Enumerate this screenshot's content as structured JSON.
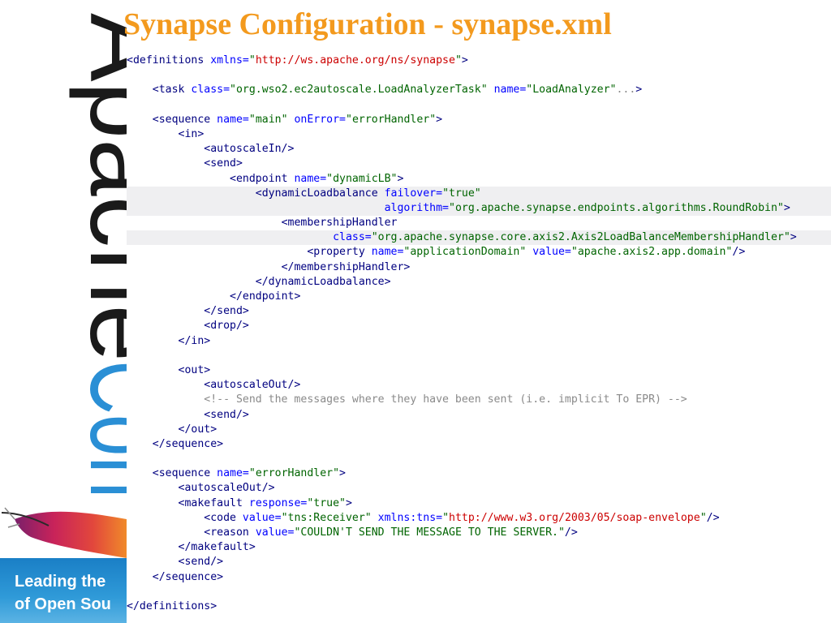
{
  "slide": {
    "title": "Synapse Configuration - synapse.xml"
  },
  "sidebar": {
    "brand_apache": "Apache",
    "brand_con": "Con",
    "tagline_1": "Leading the",
    "tagline_2": "of Open Sou",
    "colors": {
      "apache": "#1a1a1a",
      "con": "#2a8fd5",
      "banner": "#1a7fc6"
    }
  },
  "colors": {
    "title": "#f39a1e",
    "tag": "#000080",
    "attribute": "#0000ff",
    "value": "#006400",
    "url": "#cc0000",
    "comment": "#8a8a8a"
  },
  "code_lines": [
    {
      "indent": 0,
      "band": false,
      "tokens": [
        [
          "tag",
          "<definitions "
        ],
        [
          "attr",
          "xmlns="
        ],
        [
          "val",
          "\""
        ],
        [
          "url",
          "http://ws.apache.org/ns/synapse"
        ],
        [
          "val",
          "\""
        ],
        [
          "tag",
          ">"
        ]
      ]
    },
    {
      "indent": 0,
      "band": false,
      "tokens": []
    },
    {
      "indent": 4,
      "band": false,
      "tokens": [
        [
          "tag",
          "<task "
        ],
        [
          "attr",
          "class="
        ],
        [
          "val",
          "\"org.wso2.ec2autoscale.LoadAnalyzerTask\""
        ],
        [
          "text",
          " "
        ],
        [
          "attr",
          "name="
        ],
        [
          "val",
          "\"LoadAnalyzer\""
        ],
        [
          "comment",
          "..."
        ],
        [
          "tag",
          ">"
        ]
      ]
    },
    {
      "indent": 0,
      "band": false,
      "tokens": []
    },
    {
      "indent": 4,
      "band": false,
      "tokens": [
        [
          "tag",
          "<sequence "
        ],
        [
          "attr",
          "name="
        ],
        [
          "val",
          "\"main\""
        ],
        [
          "text",
          " "
        ],
        [
          "attr",
          "onError="
        ],
        [
          "val",
          "\"errorHandler\""
        ],
        [
          "tag",
          ">"
        ]
      ]
    },
    {
      "indent": 8,
      "band": false,
      "tokens": [
        [
          "tag",
          "<in>"
        ]
      ]
    },
    {
      "indent": 12,
      "band": false,
      "tokens": [
        [
          "tag",
          "<autoscaleIn/>"
        ]
      ]
    },
    {
      "indent": 12,
      "band": false,
      "tokens": [
        [
          "tag",
          "<send>"
        ]
      ]
    },
    {
      "indent": 16,
      "band": false,
      "tokens": [
        [
          "tag",
          "<endpoint "
        ],
        [
          "attr",
          "name="
        ],
        [
          "val",
          "\"dynamicLB\""
        ],
        [
          "tag",
          ">"
        ]
      ]
    },
    {
      "indent": 20,
      "band": true,
      "tokens": [
        [
          "tag",
          "<dynamicLoadbalance "
        ],
        [
          "attr",
          "failover="
        ],
        [
          "val",
          "\"true\""
        ]
      ]
    },
    {
      "indent": 40,
      "band": true,
      "tokens": [
        [
          "attr",
          "algorithm="
        ],
        [
          "val",
          "\"org.apache.synapse.endpoints.algorithms.RoundRobin\""
        ],
        [
          "tag",
          ">"
        ]
      ]
    },
    {
      "indent": 24,
      "band": false,
      "tokens": [
        [
          "tag",
          "<membershipHandler"
        ]
      ]
    },
    {
      "indent": 32,
      "band": true,
      "tokens": [
        [
          "attr",
          "class="
        ],
        [
          "val",
          "\"org.apache.synapse.core.axis2.Axis2LoadBalanceMembershipHandler\""
        ],
        [
          "tag",
          ">"
        ]
      ]
    },
    {
      "indent": 28,
      "band": false,
      "tokens": [
        [
          "tag",
          "<property "
        ],
        [
          "attr",
          "name="
        ],
        [
          "val",
          "\"applicationDomain\""
        ],
        [
          "text",
          " "
        ],
        [
          "attr",
          "value="
        ],
        [
          "val",
          "\"apache.axis2.app.domain\""
        ],
        [
          "tag",
          "/>"
        ]
      ]
    },
    {
      "indent": 24,
      "band": false,
      "tokens": [
        [
          "tag",
          "</membershipHandler>"
        ]
      ]
    },
    {
      "indent": 20,
      "band": false,
      "tokens": [
        [
          "tag",
          "</dynamicLoadbalance>"
        ]
      ]
    },
    {
      "indent": 16,
      "band": false,
      "tokens": [
        [
          "tag",
          "</endpoint>"
        ]
      ]
    },
    {
      "indent": 12,
      "band": false,
      "tokens": [
        [
          "tag",
          "</send>"
        ]
      ]
    },
    {
      "indent": 12,
      "band": false,
      "tokens": [
        [
          "tag",
          "<drop/>"
        ]
      ]
    },
    {
      "indent": 8,
      "band": false,
      "tokens": [
        [
          "tag",
          "</in>"
        ]
      ]
    },
    {
      "indent": 0,
      "band": false,
      "tokens": []
    },
    {
      "indent": 8,
      "band": false,
      "tokens": [
        [
          "tag",
          "<out>"
        ]
      ]
    },
    {
      "indent": 12,
      "band": false,
      "tokens": [
        [
          "tag",
          "<autoscaleOut/>"
        ]
      ]
    },
    {
      "indent": 12,
      "band": false,
      "tokens": [
        [
          "comment",
          "<!-- Send the messages where they have been sent (i.e. implicit To EPR) -->"
        ]
      ]
    },
    {
      "indent": 12,
      "band": false,
      "tokens": [
        [
          "tag",
          "<send/>"
        ]
      ]
    },
    {
      "indent": 8,
      "band": false,
      "tokens": [
        [
          "tag",
          "</out>"
        ]
      ]
    },
    {
      "indent": 4,
      "band": false,
      "tokens": [
        [
          "tag",
          "</sequence>"
        ]
      ]
    },
    {
      "indent": 0,
      "band": false,
      "tokens": []
    },
    {
      "indent": 4,
      "band": false,
      "tokens": [
        [
          "tag",
          "<sequence "
        ],
        [
          "attr",
          "name="
        ],
        [
          "val",
          "\"errorHandler\""
        ],
        [
          "tag",
          ">"
        ]
      ]
    },
    {
      "indent": 8,
      "band": false,
      "tokens": [
        [
          "tag",
          "<autoscaleOut/>"
        ]
      ]
    },
    {
      "indent": 8,
      "band": false,
      "tokens": [
        [
          "tag",
          "<makefault "
        ],
        [
          "attr",
          "response="
        ],
        [
          "val",
          "\"true\""
        ],
        [
          "tag",
          ">"
        ]
      ]
    },
    {
      "indent": 12,
      "band": false,
      "tokens": [
        [
          "tag",
          "<code "
        ],
        [
          "attr",
          "value="
        ],
        [
          "val",
          "\"tns:Receiver\""
        ],
        [
          "text",
          " "
        ],
        [
          "attr",
          "xmlns:tns="
        ],
        [
          "val",
          "\""
        ],
        [
          "url",
          "http://www.w3.org/2003/05/soap-envelope"
        ],
        [
          "val",
          "\""
        ],
        [
          "tag",
          "/>"
        ]
      ]
    },
    {
      "indent": 12,
      "band": false,
      "tokens": [
        [
          "tag",
          "<reason "
        ],
        [
          "attr",
          "value="
        ],
        [
          "val",
          "\"COULDN'T SEND THE MESSAGE TO THE SERVER.\""
        ],
        [
          "tag",
          "/>"
        ]
      ]
    },
    {
      "indent": 8,
      "band": false,
      "tokens": [
        [
          "tag",
          "</makefault>"
        ]
      ]
    },
    {
      "indent": 8,
      "band": false,
      "tokens": [
        [
          "tag",
          "<send/>"
        ]
      ]
    },
    {
      "indent": 4,
      "band": false,
      "tokens": [
        [
          "tag",
          "</sequence>"
        ]
      ]
    },
    {
      "indent": 0,
      "band": false,
      "tokens": []
    },
    {
      "indent": 0,
      "band": false,
      "tokens": [
        [
          "tag",
          "</definitions>"
        ]
      ]
    }
  ]
}
